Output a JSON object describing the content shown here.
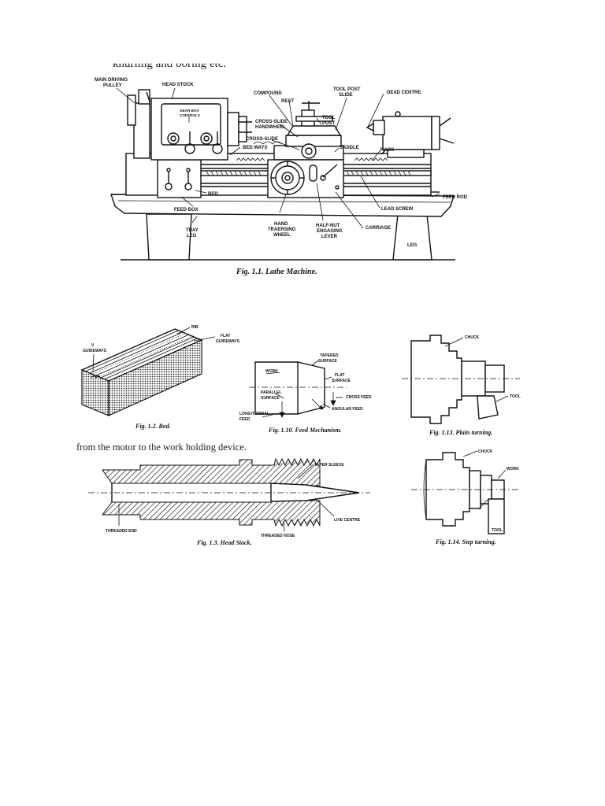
{
  "fragments": {
    "top_line": "knurling and boring etc.",
    "mid_line": "from the motor to the work holding device."
  },
  "fig_1_1": {
    "caption": "Fig. 1.1. Lathe Machine.",
    "labels": {
      "main_driving_pulley_1": "MAIN DRIVING",
      "main_driving_pulley_2": "PULLEY",
      "head_stock": "HEAD STOCK",
      "gear_box_1": "GEAR BOX",
      "gear_box_2": "CONTROLS",
      "compound_1": "COMPOUND",
      "compound_2": "REST",
      "tool_post_slide_1": "TOOL POST",
      "tool_post_slide_2": "SLIDE",
      "tool_post_1": "TOOL",
      "tool_post_2": "POST",
      "dead_centre": "DEAD CENTRE",
      "cross_slide_handwheel_1": "CROSS-SLIDE",
      "cross_slide_handwheel_2": "HANDWHEEL",
      "cross_slide": "CROSS-SLIDE",
      "saddle": "SADDLE",
      "bed_ways": "BED WAYS",
      "rack": "RACK",
      "bed": "BED",
      "feed_rod": "FEED ROD",
      "feed_box": "FEED BOX",
      "lead_screw": "LEAD SCREW",
      "tray_1": "TRAY",
      "tray_2": "LEG",
      "hand_wheel_1": "HAND",
      "hand_wheel_2": "TRAERSING",
      "hand_wheel_3": "WHEEL",
      "half_nut_1": "HALF-NUT",
      "half_nut_2": "ENGAGING",
      "half_nut_3": "LEVER",
      "carriage": "CARRIAGE",
      "leg": "LEG"
    }
  },
  "fig_1_2": {
    "caption": "Fig. 1.2. Bed.",
    "labels": {
      "rib": "RIB",
      "flat_1": "FLAT",
      "flat_2": "GUIDEWAYS",
      "v_1": "V",
      "v_2": "GUIDEWAYS"
    }
  },
  "fig_1_10": {
    "caption": "Fig. 1.10. Feed Mechanism.",
    "labels": {
      "tapered_1": "TAPERED",
      "tapered_2": "SURFACE",
      "work": "WORK",
      "flat_1": "FLAT",
      "flat_2": "SURFACE",
      "parallel_1": "PARALLEL",
      "parallel_2": "SURFACE",
      "cross_feed": "CROSS FEED",
      "longitudinal_1": "LONGITUDINAL",
      "longitudinal_2": "FEED",
      "angular_feed": "ANGULAR FEED"
    }
  },
  "fig_1_13": {
    "caption": "Fig. 1.13. Plain turning.",
    "labels": {
      "chuck": "CHUCK",
      "tool": "TOOL"
    }
  },
  "fig_1_3": {
    "caption": "Fig. 1.3. Head Stock.",
    "labels": {
      "taper_sleeve": "TAPER SLEEVE",
      "threaded_end": "THREADED END",
      "threaded_nose": "THREADED NOSE",
      "live_centre": "LIVE CENTRE"
    }
  },
  "fig_1_14": {
    "caption": "Fig. 1.14. Step turning.",
    "labels": {
      "chuck": "CHUCK",
      "work": "WORK",
      "tool": "TOOL"
    }
  }
}
